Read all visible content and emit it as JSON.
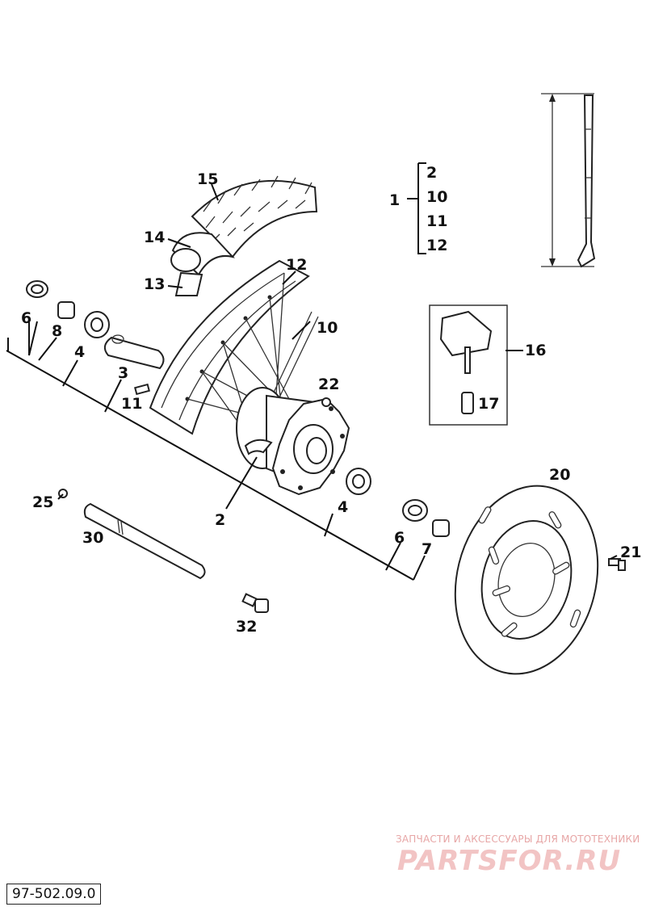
{
  "labels": {
    "c1": "1",
    "c2": "2",
    "c3": "3",
    "c4a": "4",
    "c4b": "4",
    "c6a": "6",
    "c6b": "6",
    "c7": "7",
    "c8": "8",
    "c10": "10",
    "c11": "11",
    "c12": "12",
    "c13": "13",
    "c14": "14",
    "c15": "15",
    "c16": "16",
    "c17": "17",
    "c20": "20",
    "c21": "21",
    "c22": "22",
    "c25": "25",
    "c30": "30",
    "c32": "32"
  },
  "kit_list": [
    "2",
    "10",
    "11",
    "12"
  ],
  "watermark": {
    "line1": "ЗАПЧАСТИ И АКСЕССУАРЫ ДЛЯ МОТОТЕХНИКИ",
    "line2": "PARTSFOR.RU"
  },
  "diagram_code": "97-502.09.0",
  "colors": {
    "line": "#222222",
    "watermark": "#e7a6a6"
  }
}
